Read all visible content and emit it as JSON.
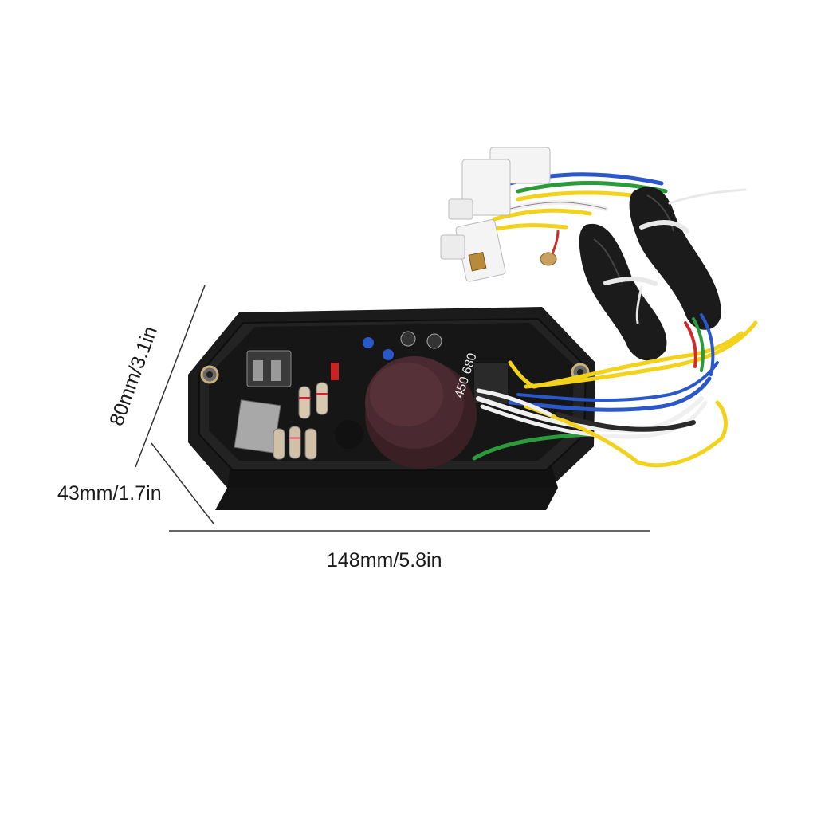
{
  "product": {
    "description_icon": "voltage-regulator-board-with-wire-harness",
    "capacitor_marking": "450 680"
  },
  "dimensions": {
    "width_label": "148mm/5.8in",
    "height_label": "80mm/3.1in",
    "depth_label": "43mm/1.7in"
  },
  "colors": {
    "background": "#ffffff",
    "housing": "#1b1b1b",
    "capacitor": "#4a2a30",
    "wire_yellow": "#f2d21b",
    "wire_blue": "#2a58c8",
    "wire_white": "#f0f0f0",
    "wire_green": "#2a9a3a",
    "wire_red": "#d22a2a",
    "connector": "#f4f4f4"
  }
}
